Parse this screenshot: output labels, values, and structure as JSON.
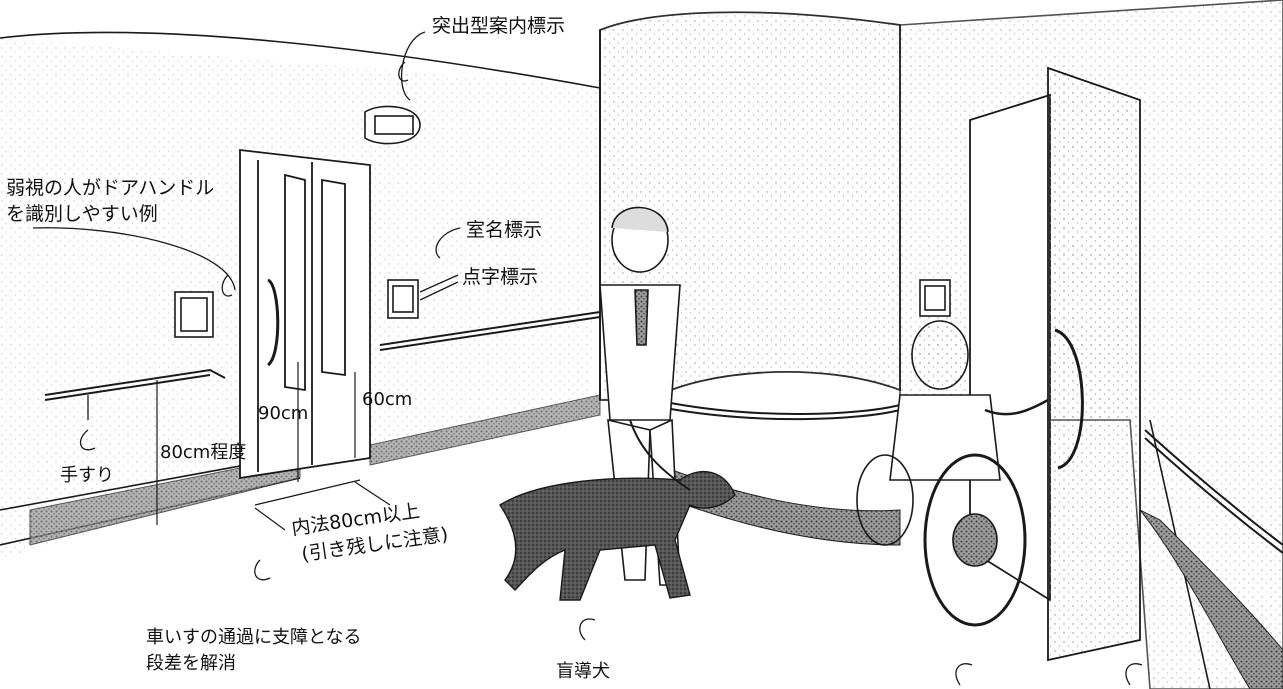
{
  "labels": {
    "protruding_sign": "突出型案内標示",
    "door_handle_line1": "弱視の人がドアハンドル",
    "door_handle_line2": "を識別しやすい例",
    "room_sign": "室名標示",
    "braille_sign": "点字標示",
    "handrail": "手すり",
    "handrail_height": "80cm程度",
    "door_height": "90cm",
    "side_clearance": "60cm",
    "width_line1": "内法80cm以上",
    "width_line2": "(引き残しに注意)",
    "step_line1": "車いすの通過に支障となる",
    "step_line2": "段差を解消",
    "guide_dog": "盲導犬"
  },
  "colors": {
    "ink": "#1a1a1a",
    "stipple": "#777777",
    "background": "#ffffff"
  }
}
